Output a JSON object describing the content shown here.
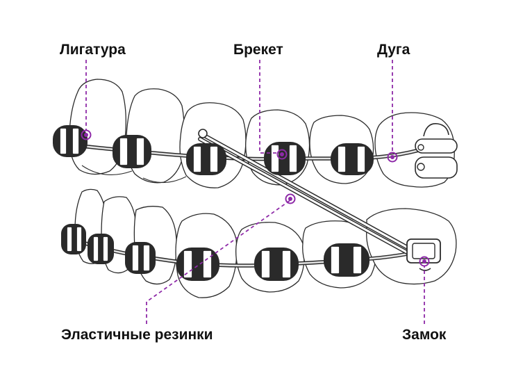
{
  "labels": {
    "ligature": "Лигатура",
    "bracket": "Брекет",
    "arch": "Дуга",
    "elastics": "Эластичные резинки",
    "lock": "Замок"
  },
  "colors": {
    "accent": "#8e2aa8",
    "outline": "#2a2a2a",
    "background": "#ffffff",
    "text": "#111111"
  }
}
